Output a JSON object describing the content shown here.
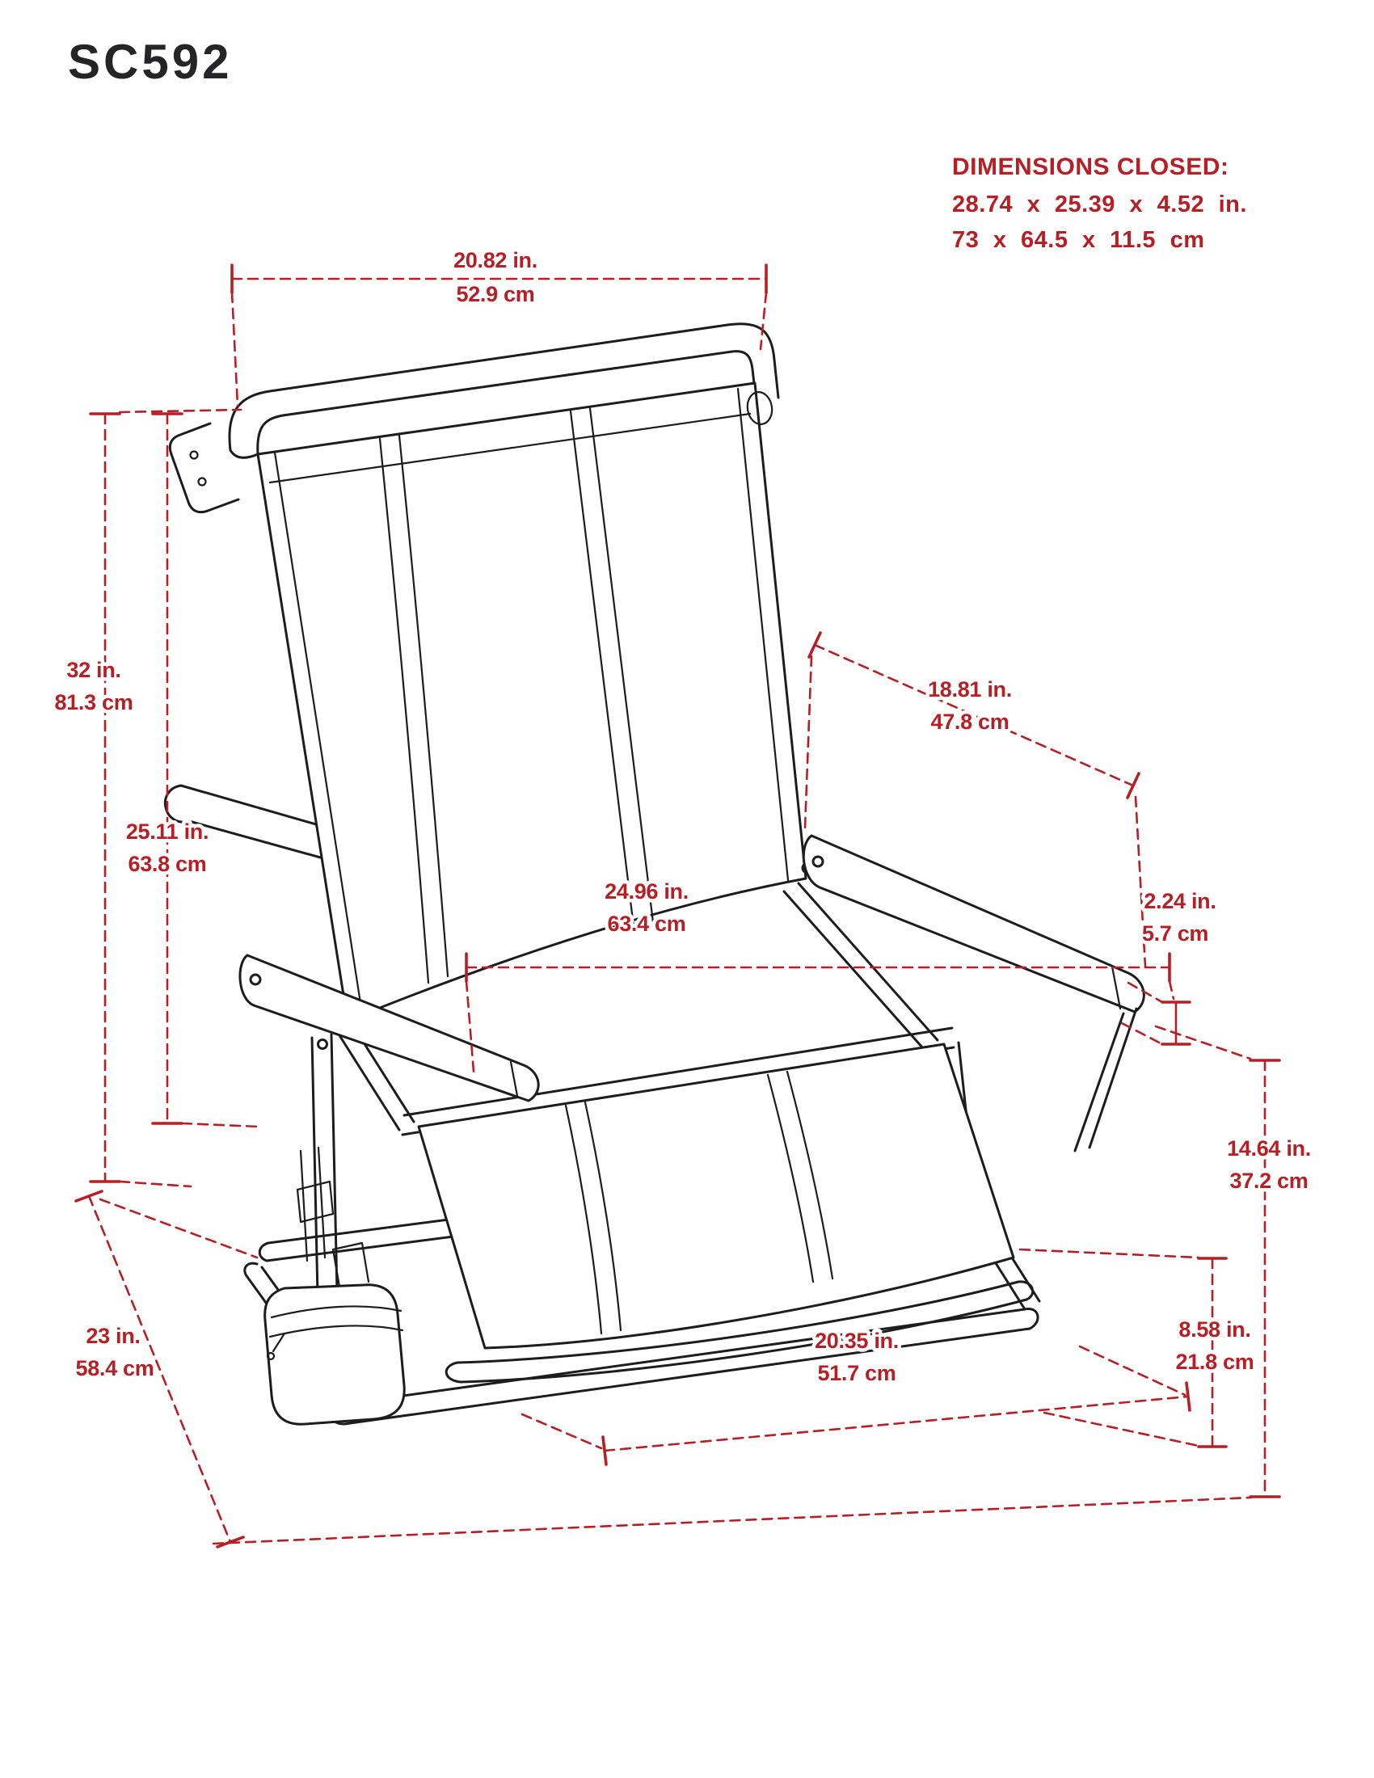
{
  "page": {
    "title": "SC592"
  },
  "dimensions_closed": {
    "heading": "DIMENSIONS CLOSED:",
    "inches": "28.74 x 25.39 x 4.52 in.",
    "centimeters": "73 x 64.5 x 11.5 cm"
  },
  "annotations": {
    "top_width": {
      "in": "20.82 in.",
      "cm": "52.9 cm"
    },
    "overall_height": {
      "in": "32 in.",
      "cm": "81.3 cm"
    },
    "back_height": {
      "in": "25.11 in.",
      "cm": "63.8 cm"
    },
    "armrest_length": {
      "in": "18.81 in.",
      "cm": "47.8 cm"
    },
    "inner_width": {
      "in": "24.96 in.",
      "cm": "63.4 cm"
    },
    "armrest_height": {
      "in": "2.24 in.",
      "cm": "5.7 cm"
    },
    "back_of_seat_height": {
      "in": "14.64 in.",
      "cm": "37.2 cm"
    },
    "seat_height": {
      "in": "8.58 in.",
      "cm": "21.8 cm"
    },
    "seat_width": {
      "in": "20.35 in.",
      "cm": "51.7 cm"
    },
    "depth": {
      "in": "23 in.",
      "cm": "58.4 cm"
    }
  },
  "colors": {
    "annotation_red": "#b71f25",
    "line_art_black": "#1d1d1f",
    "background": "#ffffff"
  }
}
